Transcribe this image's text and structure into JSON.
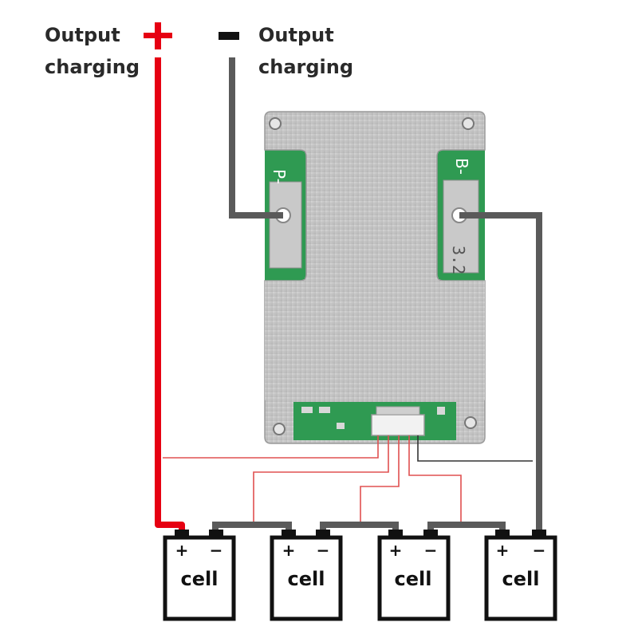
{
  "labels": {
    "positive": {
      "line1": "Output",
      "line2": "charging",
      "sign": "+"
    },
    "negative": {
      "line1": "Output",
      "line2": "charging",
      "sign": "−"
    }
  },
  "board": {
    "left_pad_label": "P-",
    "right_pad_label": "B-",
    "right_pad_number": "3.2"
  },
  "cells": [
    {
      "label": "cell",
      "plus": "+",
      "minus": "−"
    },
    {
      "label": "cell",
      "plus": "+",
      "minus": "−"
    },
    {
      "label": "cell",
      "plus": "+",
      "minus": "−"
    },
    {
      "label": "cell",
      "plus": "+",
      "minus": "−"
    }
  ],
  "colors": {
    "positive_wire": "#e60012",
    "negative_wire": "#5a5a5a",
    "balance_wire": "#e05050",
    "board_metal": "#c8c8c8",
    "pcb_green": "#2f9a52"
  }
}
